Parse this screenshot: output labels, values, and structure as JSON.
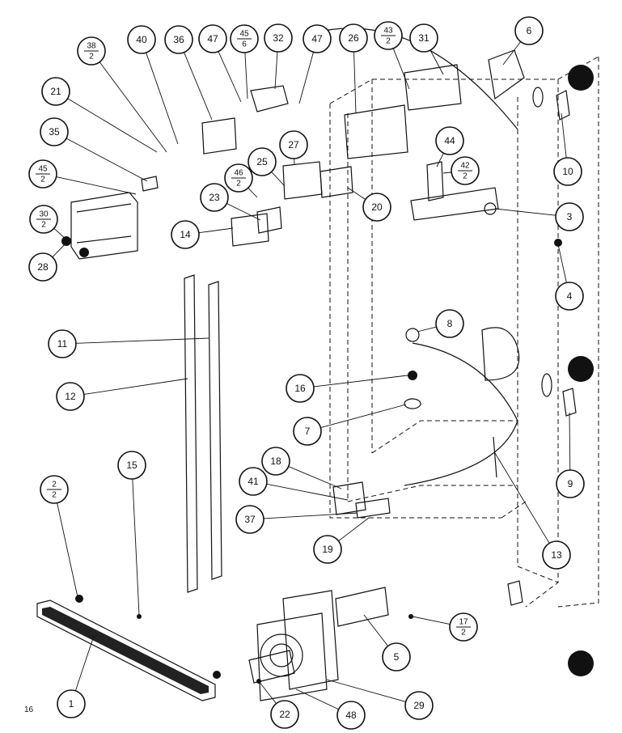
{
  "page_number": "16",
  "callouts": [
    {
      "label": "6"
    },
    {
      "label": "10"
    },
    {
      "label": "3"
    },
    {
      "label": "4"
    },
    {
      "label": "8"
    },
    {
      "label": "16"
    },
    {
      "label": "7"
    },
    {
      "label": "9"
    },
    {
      "label": "13"
    },
    {
      "label": "5"
    },
    {
      "label": "17/2"
    },
    {
      "label": "29"
    },
    {
      "label": "48"
    },
    {
      "label": "22"
    },
    {
      "label": "1"
    },
    {
      "label": "2/2"
    },
    {
      "label": "15"
    },
    {
      "label": "12"
    },
    {
      "label": "11"
    },
    {
      "label": "28"
    },
    {
      "label": "30/2"
    },
    {
      "label": "14"
    },
    {
      "label": "23"
    },
    {
      "label": "46/2"
    },
    {
      "label": "25"
    },
    {
      "label": "27"
    },
    {
      "label": "20"
    },
    {
      "label": "26"
    },
    {
      "label": "43/2"
    },
    {
      "label": "31"
    },
    {
      "label": "44"
    },
    {
      "label": "42/2"
    },
    {
      "label": "47"
    },
    {
      "label": "45/6"
    },
    {
      "label": "32"
    },
    {
      "label": "47"
    },
    {
      "label": "36"
    },
    {
      "label": "40"
    },
    {
      "label": "38/2"
    },
    {
      "label": "21"
    },
    {
      "label": "35"
    },
    {
      "label": "45/2"
    },
    {
      "label": "18"
    },
    {
      "label": "41"
    },
    {
      "label": "37"
    },
    {
      "label": "19"
    }
  ]
}
